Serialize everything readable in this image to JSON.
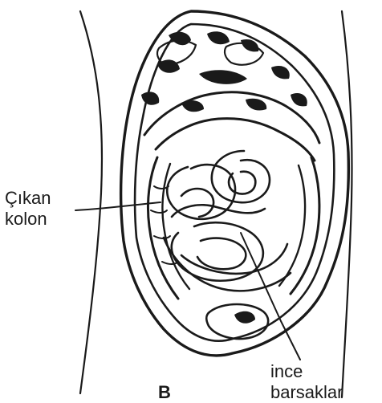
{
  "labels": {
    "ascending_colon": [
      "Çıkan",
      "kolon"
    ],
    "small_intestine": [
      "ince",
      "barsaklar"
    ],
    "panel_letter": "B"
  },
  "colors": {
    "ink": "#1a1a1a",
    "background": "#ffffff"
  }
}
